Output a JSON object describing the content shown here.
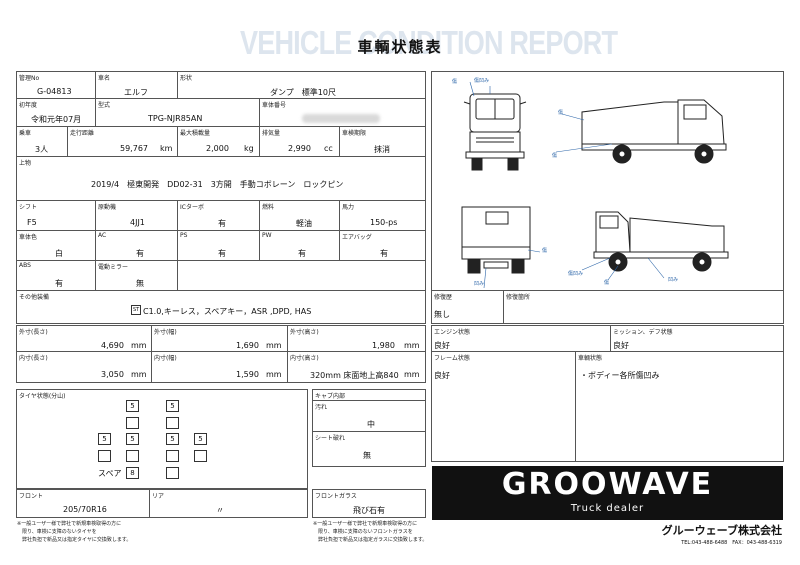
{
  "header": {
    "watermark": "VEHICLE CONDITION REPORT",
    "title": "車輌状態表"
  },
  "row1": {
    "mgmt_label": "管理No",
    "mgmt_value": "G-04813",
    "name_label": "車名",
    "name_value": "エルフ",
    "shape_label": "形状",
    "shape_value": "ダンプ　標準10尺"
  },
  "row2": {
    "reg_label": "初年度",
    "reg_value": "令和元年07月",
    "model_label": "型式",
    "model_value": "TPG-NJR85AN",
    "chassis_label": "車体番号"
  },
  "row3": {
    "capacity_label": "乗車",
    "capacity_value": "3人",
    "mileage_label": "走行距離",
    "mileage_value": "59,767",
    "mileage_unit": "km",
    "load_label": "最大積載量",
    "load_value": "2,000",
    "load_unit": "kg",
    "disp_label": "排気量",
    "disp_value": "2,990",
    "disp_unit": "cc",
    "inspection_label": "車検期限",
    "inspection_value": "抹消"
  },
  "equip": {
    "label": "上物",
    "value": "2019/4　極東開発　DD02-31　3方開　手動コボレーン　ロックピン"
  },
  "row4": {
    "shift_label": "シフト",
    "shift_value": "F5",
    "engine_label": "原動機",
    "engine_value": "4JJ1",
    "ic_label": "ICターボ",
    "ic_value": "有",
    "fuel_label": "燃料",
    "fuel_value": "軽油",
    "hp_label": "馬力",
    "hp_value": "150-ps"
  },
  "row5": {
    "color_label": "車体色",
    "color_value": "白",
    "ac_label": "AC",
    "ac_value": "有",
    "ps_label": "PS",
    "ps_value": "有",
    "pw_label": "PW",
    "pw_value": "有",
    "airbag_label": "エアバッグ",
    "airbag_value": "有"
  },
  "row6": {
    "abs_label": "ABS",
    "abs_value": "有",
    "mirror_label": "電動ミラー",
    "mirror_value": "無"
  },
  "other": {
    "label": "その他装備",
    "badge": "ST",
    "value": "C1.0,キーレス，スペアキー，ASR ,DPD, HAS"
  },
  "dims_out": {
    "len_label": "外寸(長さ)",
    "len_value": "4,690",
    "len_unit": "mm",
    "wid_label": "外寸(幅)",
    "wid_value": "1,690",
    "wid_unit": "mm",
    "hgt_label": "外寸(高さ)",
    "hgt_value": "1,980",
    "hgt_unit": "mm"
  },
  "dims_in": {
    "len_label": "内寸(長さ)",
    "len_value": "3,050",
    "len_unit": "mm",
    "wid_label": "内寸(幅)",
    "wid_value": "1,590",
    "wid_unit": "mm",
    "hgt_label": "内寸(高さ)",
    "hgt_value": "320mm 床面地上高840",
    "hgt_unit": "mm"
  },
  "tires": {
    "label": "タイヤ状態(分山)",
    "front_values": [
      "5",
      "5"
    ],
    "rear_values": [
      "5",
      "5",
      "5",
      "5"
    ],
    "spare_label": "スペア",
    "spare_value": "8",
    "front_size_label": "フロント",
    "front_size_value": "205/70R16",
    "rear_size_label": "リア",
    "rear_size_value": "〃"
  },
  "cab": {
    "label": "キャブ内部",
    "dirt_label": "汚れ",
    "dirt_value": "中",
    "seat_label": "シート破れ",
    "seat_value": "無",
    "glass_label": "フロントガラス",
    "glass_value": "飛び石有"
  },
  "notes": {
    "left": [
      "※一般ユーザー様で弊社で新規車検取得の方に",
      "　限り、車検に支障のないタイヤを",
      "　弊社負担で新品又は指定タイヤに交換致します。"
    ],
    "right": [
      "※一般ユーザー様で弊社で新規車検取得の方に",
      "　限り、車検に支障のないフロントガラスを",
      "　弊社負担で新品又は指定ガラスに交換致します。"
    ]
  },
  "history": {
    "repair_label": "修復歴",
    "repair_value": "無し",
    "repair_part_label": "修復箇所"
  },
  "condition": {
    "engine_label": "エンジン状態",
    "engine_value": "良好",
    "mission_label": "ミッション、デフ状態",
    "mission_value": "良好",
    "frame_label": "フレーム状態",
    "frame_value": "良好",
    "body_label": "車輌状態",
    "body_value": "・ボディー各所傷凹み"
  },
  "damage_marks": {
    "scratch": "傷",
    "scratch_dent": "傷凹み",
    "dent": "凹み"
  },
  "company": {
    "logo": "GROOWAVE",
    "sub": "Truck dealer",
    "name": "グルーウェーブ株式会社",
    "contact": "TEL:043-488-6488　FAX：043-488-6319"
  }
}
